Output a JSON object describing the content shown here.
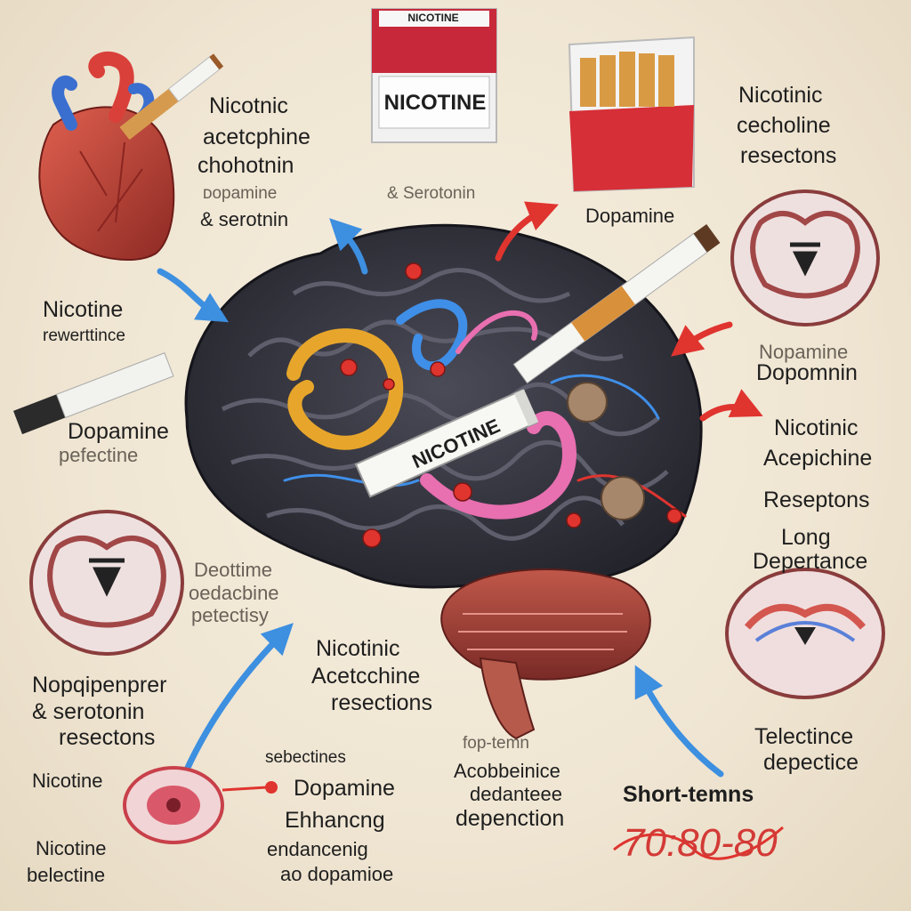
{
  "packs": {
    "left_pack_top": "NICOTINE",
    "left_pack_label": "NICOTINE"
  },
  "brain": {
    "cigarette_label": "NICOTINE"
  },
  "labels": {
    "top_left": {
      "line1": "Nicotnic",
      "line2": "acetcphine",
      "line3": "chohotnin",
      "line4": "ᴅopamine",
      "line5": "& serotnin"
    },
    "top_mid": "& Serotonin",
    "top_right": {
      "line1": "Nicotinic",
      "line2": "cecholine",
      "line3": "resectons"
    },
    "right_dopamine": "Dopamine",
    "right_mid": {
      "line1": "Nopamine",
      "line2": "Dopomnin"
    },
    "right_receptors": {
      "line1": "Nicotinic",
      "line2": "Acepichine",
      "line3": "Reseptons"
    },
    "right_dependence": {
      "line1": "Long",
      "line2": "Depertance"
    },
    "right_bottom": {
      "line1": "Telectince",
      "line2": "depectice"
    },
    "left_nicotine": {
      "line1": "Nicotine",
      "line2": "rewerttince"
    },
    "left_dopamine": {
      "line1": "Dopamine",
      "line2": "pefectine"
    },
    "left_mid": {
      "line1": "Deottime",
      "line2": "oedacbine",
      "line3": "petectisy"
    },
    "left_bottom": {
      "line1": "Nopqipenprer",
      "line2": "& serotonin",
      "line3": "resectons"
    },
    "center_bottom": {
      "line1": "Nicotinic",
      "line2": "Acetcchine",
      "line3": "resections"
    },
    "bottom_left_nicotine": "Nicotine",
    "bottom_left_selective": {
      "line1": "Nicotine",
      "line2": "belectine"
    },
    "bottom_mid_small": "sebectines",
    "bottom_mid_dopamine": "Dopamine",
    "bottom_mid_enhancing": {
      "line1": "Ehhancng",
      "line2": "endancenig",
      "line3": "ao dopamioe"
    },
    "bottom_center_right": {
      "line0": "fop-temn",
      "line1": "Acobbeinice",
      "line2": "dedanteee",
      "line3": "depenction"
    },
    "bottom_right": {
      "line1": "Short-temns",
      "line2": "70:80-80"
    }
  },
  "colors": {
    "brain": "#3a3a45",
    "blue_arrow": "#3d8fe0",
    "red_arrow": "#e0342f",
    "gold_path": "#e7a62b",
    "pink_path": "#e86fb0",
    "blue_path": "#3f8fe8"
  }
}
